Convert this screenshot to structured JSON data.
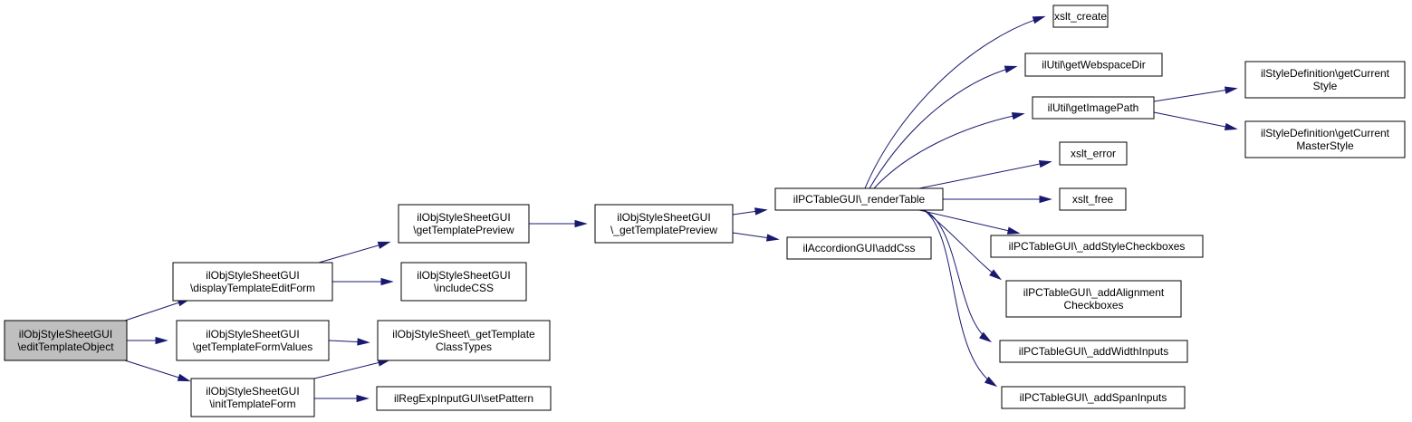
{
  "graph": {
    "nodes": [
      {
        "id": "n0",
        "lines": [
          "ilObjStyleSheetGUI",
          "\\editTemplateObject"
        ],
        "root": true
      },
      {
        "id": "n1",
        "lines": [
          "ilObjStyleSheetGUI",
          "\\displayTemplateEditForm"
        ]
      },
      {
        "id": "n2",
        "lines": [
          "ilObjStyleSheetGUI",
          "\\getTemplateFormValues"
        ]
      },
      {
        "id": "n3",
        "lines": [
          "ilObjStyleSheetGUI",
          "\\initTemplateForm"
        ]
      },
      {
        "id": "n4",
        "lines": [
          "ilObjStyleSheetGUI",
          "\\getTemplatePreview"
        ]
      },
      {
        "id": "n5",
        "lines": [
          "ilObjStyleSheetGUI",
          "\\includeCSS"
        ]
      },
      {
        "id": "n6",
        "lines": [
          "ilObjStyleSheet\\_getTemplate",
          "ClassTypes"
        ]
      },
      {
        "id": "n7",
        "lines": [
          "ilRegExpInputGUI\\setPattern"
        ]
      },
      {
        "id": "n8",
        "lines": [
          "ilObjStyleSheetGUI",
          "\\_getTemplatePreview"
        ]
      },
      {
        "id": "n9",
        "lines": [
          "ilPCTableGUI\\_renderTable"
        ]
      },
      {
        "id": "n10",
        "lines": [
          "ilAccordionGUI\\addCss"
        ]
      },
      {
        "id": "n11",
        "lines": [
          "xslt_create"
        ]
      },
      {
        "id": "n12",
        "lines": [
          "ilUtil\\getWebspaceDir"
        ]
      },
      {
        "id": "n13",
        "lines": [
          "ilUtil\\getImagePath"
        ]
      },
      {
        "id": "n14",
        "lines": [
          "xslt_error"
        ]
      },
      {
        "id": "n15",
        "lines": [
          "xslt_free"
        ]
      },
      {
        "id": "n16",
        "lines": [
          "ilPCTableGUI\\_addStyleCheckboxes"
        ]
      },
      {
        "id": "n17",
        "lines": [
          "ilPCTableGUI\\_addAlignment",
          "Checkboxes"
        ]
      },
      {
        "id": "n18",
        "lines": [
          "ilPCTableGUI\\_addWidthInputs"
        ]
      },
      {
        "id": "n19",
        "lines": [
          "ilPCTableGUI\\_addSpanInputs"
        ]
      },
      {
        "id": "n20",
        "lines": [
          "ilStyleDefinition\\getCurrent",
          "Style"
        ]
      },
      {
        "id": "n21",
        "lines": [
          "ilStyleDefinition\\getCurrent",
          "MasterStyle"
        ]
      }
    ],
    "edges": [
      {
        "from": "n0",
        "to": "n1"
      },
      {
        "from": "n0",
        "to": "n2"
      },
      {
        "from": "n0",
        "to": "n3"
      },
      {
        "from": "n1",
        "to": "n4"
      },
      {
        "from": "n1",
        "to": "n5"
      },
      {
        "from": "n2",
        "to": "n6"
      },
      {
        "from": "n3",
        "to": "n6"
      },
      {
        "from": "n3",
        "to": "n7"
      },
      {
        "from": "n4",
        "to": "n8"
      },
      {
        "from": "n8",
        "to": "n9"
      },
      {
        "from": "n8",
        "to": "n10"
      },
      {
        "from": "n9",
        "to": "n11"
      },
      {
        "from": "n9",
        "to": "n12"
      },
      {
        "from": "n9",
        "to": "n13"
      },
      {
        "from": "n9",
        "to": "n14"
      },
      {
        "from": "n9",
        "to": "n15"
      },
      {
        "from": "n9",
        "to": "n16"
      },
      {
        "from": "n9",
        "to": "n17"
      },
      {
        "from": "n9",
        "to": "n18"
      },
      {
        "from": "n9",
        "to": "n19"
      },
      {
        "from": "n13",
        "to": "n20"
      },
      {
        "from": "n13",
        "to": "n21"
      }
    ],
    "colors": {
      "edge": "#191970",
      "root_fill": "#bfbfbf",
      "node_fill": "#ffffff",
      "border": "#000000"
    }
  }
}
